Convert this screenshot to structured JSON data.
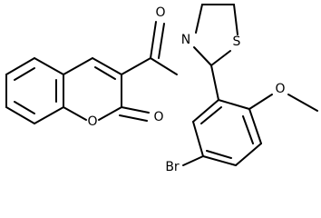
{
  "molecule": {
    "atoms": {
      "carbonyl_oxygen": "O",
      "thiazolidine_nitrogen": "N",
      "thiazolidine_sulfur": "S",
      "ring_oxygen": "O",
      "lactone_oxygen": "O",
      "methoxy_oxygen": "O",
      "bromine": "Br"
    }
  }
}
